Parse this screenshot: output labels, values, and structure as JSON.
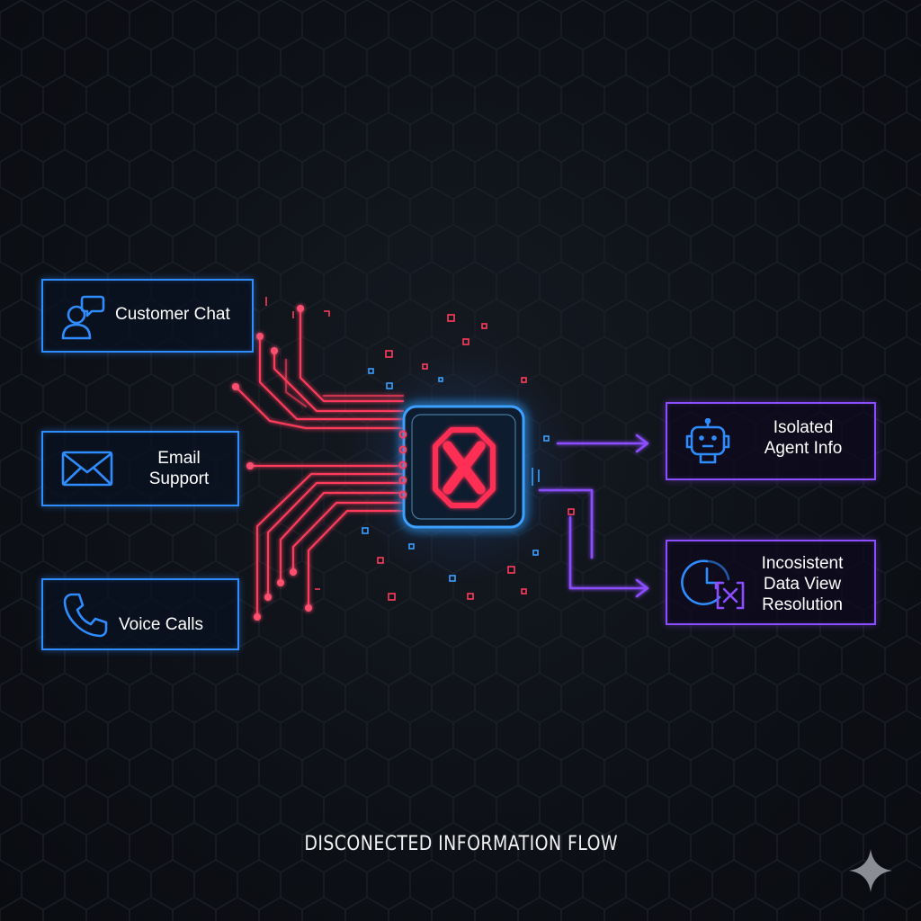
{
  "sources": [
    {
      "id": "customer-chat",
      "lines": [
        "Customer Chat"
      ],
      "icon": "customer-chat-icon"
    },
    {
      "id": "email-support",
      "lines": [
        "Email",
        "Support"
      ],
      "icon": "envelope-icon"
    },
    {
      "id": "voice-calls",
      "lines": [
        "Voice Calls"
      ],
      "icon": "phone-icon"
    }
  ],
  "outputs": [
    {
      "id": "isolated-agent-info",
      "lines": [
        "Isolated",
        "Agent Info"
      ],
      "icon": "robot-icon"
    },
    {
      "id": "inconsistent-resolution",
      "lines": [
        "Incosistent",
        "Data View",
        "Resolution"
      ],
      "icon": "clock-broken-data-icon"
    }
  ],
  "hub": {
    "icon": "blocked-x-icon",
    "state": "blocked"
  },
  "caption": "DISCONECTED INFORMATION FLOW",
  "colors": {
    "source_border": "#2f8cff",
    "output_border": "#8b4dff",
    "wire_red": "#ff3b5c",
    "hub_glow": "#3aa0ff",
    "x_red": "#ff2d55",
    "background": "#0d1016"
  },
  "corner_icon": "sparkle-icon"
}
